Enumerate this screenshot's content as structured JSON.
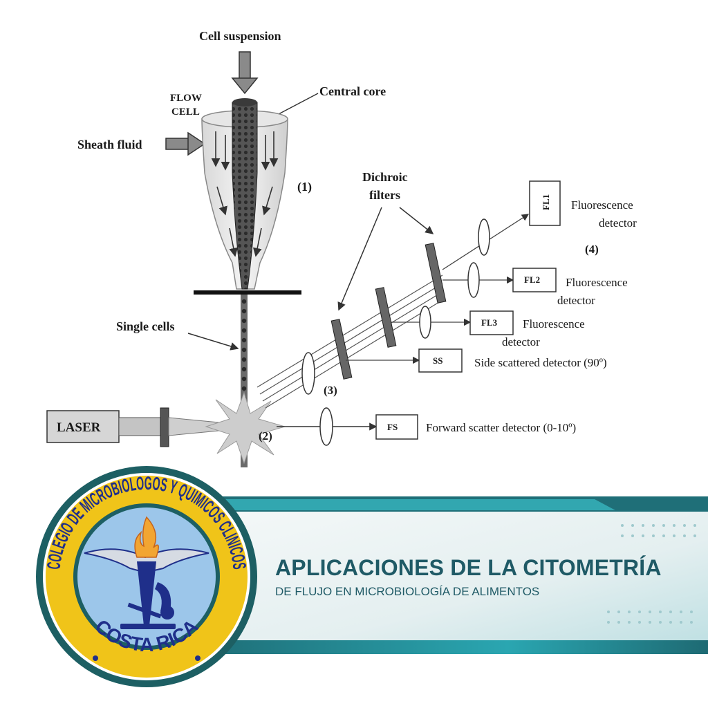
{
  "diagram": {
    "labels": {
      "cell_suspension": "Cell suspension",
      "central_core": "Central core",
      "flow_cell_1": "FLOW",
      "flow_cell_2": "CELL",
      "sheath_fluid": "Sheath fluid",
      "step1": "(1)",
      "step2": "(2)",
      "step3": "(3)",
      "step4": "(4)",
      "single_cells": "Single cells",
      "laser": "LASER",
      "dichroic_1": "Dichroic",
      "dichroic_2": "filters"
    },
    "detectors": {
      "fl1": {
        "box": "FL1",
        "label_1": "Fluorescence",
        "label_2": "detector"
      },
      "fl2": {
        "box": "FL2",
        "label_1": "Fluorescence",
        "label_2": "detector"
      },
      "fl3": {
        "box": "FL3",
        "label_1": "Fluorescence",
        "label_2": "detector"
      },
      "ss": {
        "box": "SS",
        "label": "Side scattered detector (90º)"
      },
      "fs": {
        "box": "FS",
        "label": "Forward scatter detector (0-10º)"
      }
    }
  },
  "logo": {
    "ring_text_top": "COLEGIO DE MICROBIOLOGOS Y QUIMICOS CLINICOS",
    "ring_text_bottom": "COSTA RICA"
  },
  "banner": {
    "title": "APLICACIONES DE LA CITOMETRÍA",
    "subtitle": "DE FLUJO EN MICROBIOLOGÍA DE ALIMENTOS"
  },
  "colors": {
    "teal_dark": "#1f5a66",
    "teal_light": "#3bbfc8",
    "logo_ring": "#1d5f63",
    "logo_blue": "#9cc6ea",
    "logo_navy": "#1f2f8a",
    "flame": "#f2a532"
  }
}
